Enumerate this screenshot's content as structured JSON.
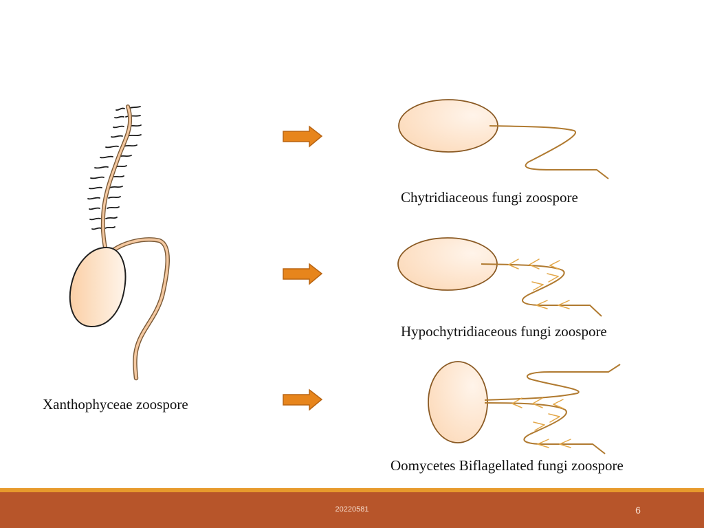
{
  "slide": {
    "labels": {
      "xanthophyceae": "Xanthophyceae zoospore",
      "chytridiaceous": "Chytridiaceous fungi zoospore",
      "hypochytridiaceous": "Hypochytridiaceous fungi zoospore",
      "oomycetes": "Oomycetes Biflagellated fungi zoospore"
    },
    "footer": {
      "date": "20220581",
      "page_number": "6"
    }
  },
  "colors": {
    "cell_fill": "#fce0c2",
    "cell_fill_light": "#fff4ea",
    "flagellum": "#b07a30",
    "mastigoneme": "#e3a84a",
    "arrow": "#e7851c",
    "arrow_stroke": "#b86412",
    "hair": "#1a1a1a",
    "footer_bar": "#b7552a",
    "footer_accent": "#e79a2c"
  },
  "icons": {
    "arrows": [
      "right-arrow-icon",
      "right-arrow-icon",
      "right-arrow-icon"
    ]
  }
}
